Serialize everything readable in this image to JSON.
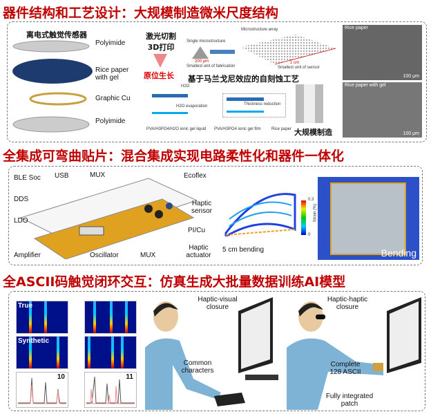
{
  "section1": {
    "title": "器件结构和工艺设计：大规模制造微米尺度结构",
    "sensor_heading": "离电式触觉传感器",
    "layers": [
      "Polyimide",
      "Rice paper with gel",
      "Graphic Cu",
      "Polyimide"
    ],
    "laser_text": "激光切割 3D打印",
    "insitu_text": "原位生长",
    "single_micro": "Single microstructure",
    "micro_array": "Microstructure array",
    "scale_200": "200 μm",
    "smallest_fab": "Smallest unit of fabrication",
    "scale_1cm": "1 cm",
    "smallest_sensor": "Smallest unit of sensor",
    "marangoni": "基于马兰戈尼效应的自刻蚀工艺",
    "h2o": "H2O",
    "evaporation": "H2O evaporation",
    "thickness": "Thickness reduction",
    "legend": [
      "PVA/H3PO4/H2O ionic gel liquid",
      "PVA/H3PO4 ionic gel film",
      "Rice paper"
    ],
    "large_scale": "大规模制造",
    "sem1": "Rice paper",
    "sem2": "Rice paper with gel",
    "scalebar": "100 μm"
  },
  "section2": {
    "title": "全集成可弯曲贴片：混合集成实现电路柔性化和器件一体化",
    "labels": [
      "BLE Soc",
      "USB",
      "MUX",
      "DDS",
      "LDO",
      "Amplifier",
      "Oscillator",
      "MUX",
      "Ecoflex",
      "Haptic sensor",
      "PI/Cu",
      "Haptic actuator"
    ],
    "colorbar_label": "Strain (%)",
    "colorbar_max": "0.3",
    "colorbar_min": "0",
    "bending_text": "5 cm bending",
    "photo_label": "Bending"
  },
  "section3": {
    "title": "全ASCII码触觉闭环交互：仿真生成大批量数据训练AI模型",
    "true_label": "True",
    "synthetic_label": "Synthetic",
    "plot1_num": "10",
    "plot2_num": "11",
    "hv_closure": "Haptic-visual closure",
    "common_chars": "Common characters",
    "hh_closure": "Haptic-haptic closure",
    "complete_ascii": "Complete 128 ASCII",
    "patch": "Fully integrated patch"
  },
  "colors": {
    "title": "#c00000",
    "gel_dark": "#2a6bb5",
    "gel_light": "#00aaee",
    "pcb": "#e0a020"
  }
}
